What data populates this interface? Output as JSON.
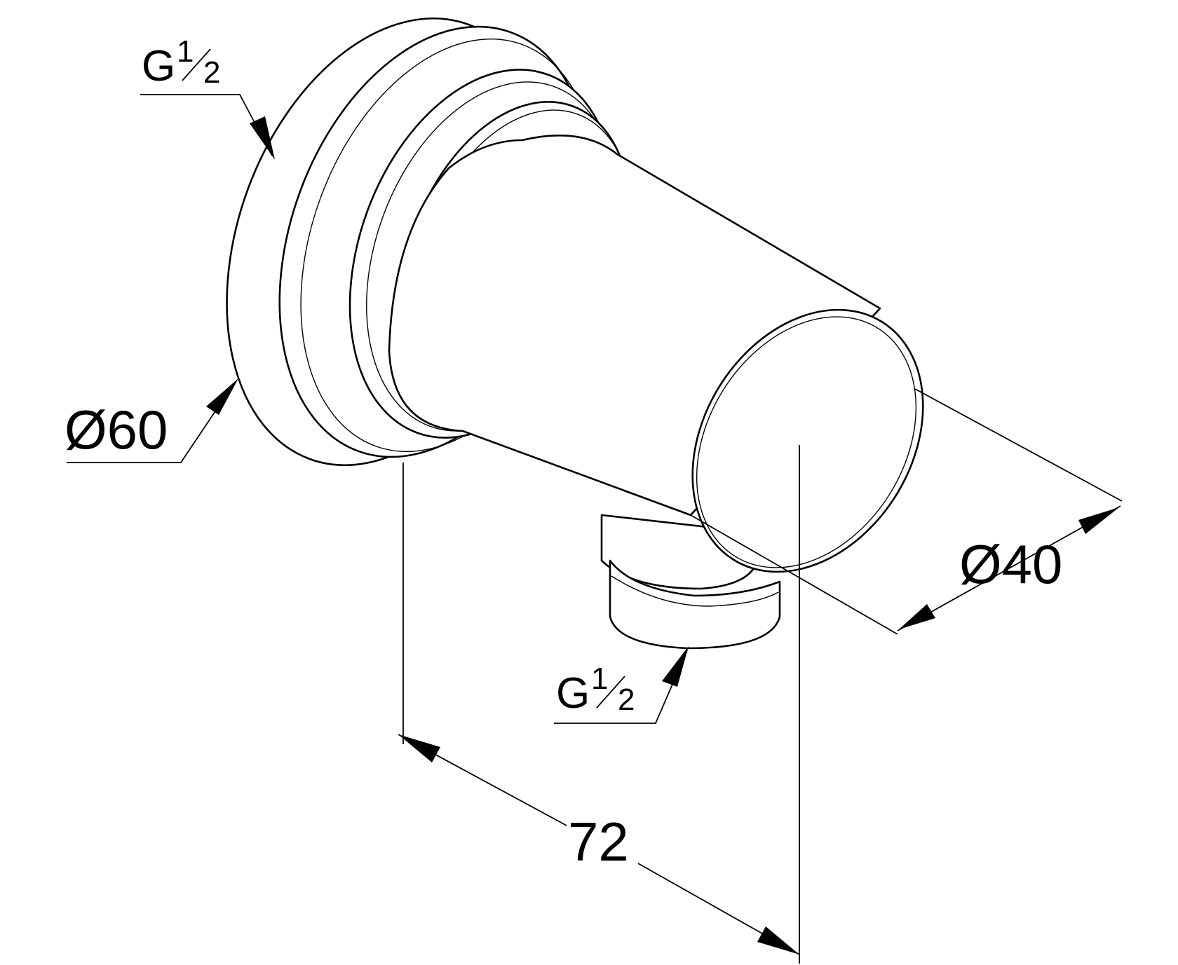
{
  "dimensions": {
    "thread_wall": {
      "main": "G",
      "num": "1",
      "den": "2"
    },
    "flange_diameter": "Ø60",
    "body_diameter": "Ø40",
    "thread_outlet": {
      "main": "G",
      "num": "1",
      "den": "2"
    },
    "projection_length": "72"
  },
  "colors": {
    "line": "#000000",
    "background": "#ffffff"
  }
}
